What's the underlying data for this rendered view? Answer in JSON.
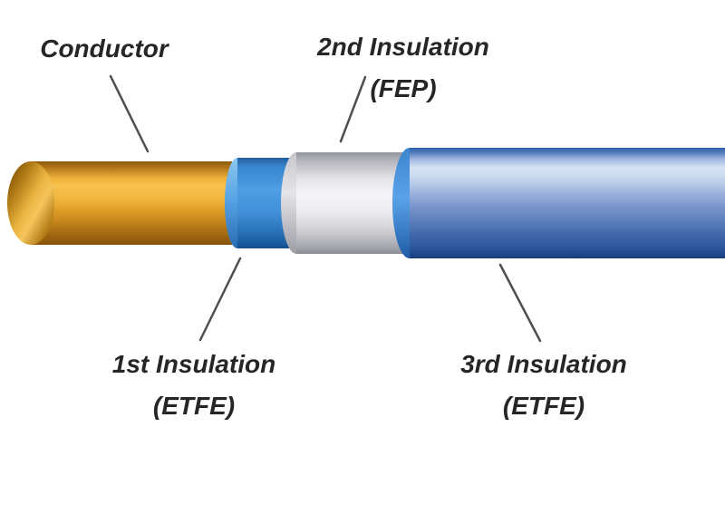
{
  "diagram": {
    "type": "wire-insulation-cross-section",
    "background_color": "#ffffff",
    "text_color": "#262626",
    "leader_line_color": "#4f4f4f",
    "labels": {
      "conductor": {
        "title": "Conductor"
      },
      "insulation1": {
        "title": "1st Insulation",
        "material": "(ETFE)"
      },
      "insulation2": {
        "title": "2nd Insulation",
        "material": "(FEP)"
      },
      "insulation3": {
        "title": "3rd Insulation",
        "material": "(ETFE)"
      }
    },
    "layers": [
      {
        "name": "conductor",
        "material": "copper",
        "color": "#eeb038"
      },
      {
        "name": "first-insulation",
        "material": "ETFE",
        "color": "#4c9ce2"
      },
      {
        "name": "second-insulation",
        "material": "FEP",
        "color": "#ededf0"
      },
      {
        "name": "third-insulation",
        "material": "ETFE",
        "color": "#7d98cc"
      }
    ]
  }
}
